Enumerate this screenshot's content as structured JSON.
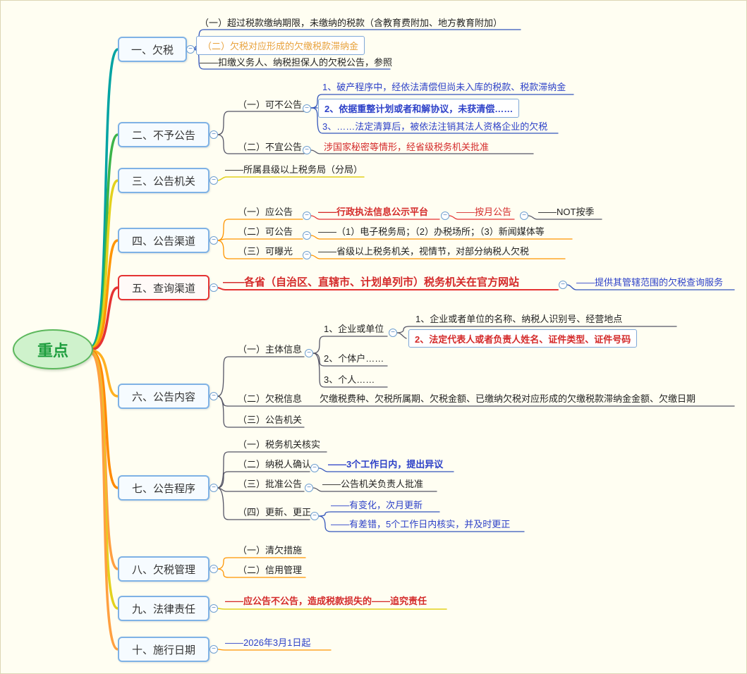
{
  "root": {
    "label": "重点"
  },
  "branches": [
    {
      "label": "一、欠税",
      "children": [
        {
          "label": "（一）超过税款缴纳期限，未缴纳的税款（含教育费附加、地方教育附加）"
        },
        {
          "label": "（二）欠税对应形成的欠缴税款滞纳金"
        },
        {
          "label": "——扣缴义务人、纳税担保人的欠税公告，参照"
        }
      ]
    },
    {
      "label": "二、不予公告",
      "children": [
        {
          "label": "（一）可不公告",
          "children": [
            {
              "label": "1、破产程序中，经依法清偿但尚未入库的税款、税款滞纳金"
            },
            {
              "label": "2、依据重整计划或者和解协议，未获清偿……"
            },
            {
              "label": "3、……法定清算后，被依法注销其法人资格企业的欠税"
            }
          ]
        },
        {
          "label": "（二）不宜公告",
          "children": [
            {
              "label": "涉国家秘密等情形，经省级税务机关批准"
            }
          ]
        }
      ]
    },
    {
      "label": "三、公告机关",
      "children": [
        {
          "label": "——所属县级以上税务局（分局）"
        }
      ]
    },
    {
      "label": "四、公告渠道",
      "children": [
        {
          "label": "（一）应公告",
          "children": [
            {
              "label": "——行政执法信息公示平台",
              "children": [
                {
                  "label": "——按月公告",
                  "children": [
                    {
                      "label": "——NOT按季"
                    }
                  ]
                }
              ]
            }
          ]
        },
        {
          "label": "（二）可公告",
          "children": [
            {
              "label": "——（1）电子税务局；（2）办税场所；（3）新闻媒体等"
            }
          ]
        },
        {
          "label": "（三）可曝光",
          "children": [
            {
              "label": "——省级以上税务机关，视情节，对部分纳税人欠税"
            }
          ]
        }
      ]
    },
    {
      "label": "五、查询渠道",
      "children": [
        {
          "label": "——各省（自治区、直辖市、计划单列市）税务机关在官方网站",
          "children": [
            {
              "label": "——提供其管辖范围的欠税查询服务"
            }
          ]
        }
      ]
    },
    {
      "label": "六、公告内容",
      "children": [
        {
          "label": "（一）主体信息",
          "children": [
            {
              "label": "1、企业或单位",
              "children": [
                {
                  "label": "1、企业或者单位的名称、纳税人识别号、经营地点"
                },
                {
                  "label": "2、法定代表人或者负责人姓名、证件类型、证件号码"
                }
              ]
            },
            {
              "label": "2、个体户……"
            },
            {
              "label": "3、个人……"
            }
          ]
        },
        {
          "label": "（二）欠税信息",
          "children": [
            {
              "label": "欠缴税费种、欠税所属期、欠税金额、已缴纳欠税对应形成的欠缴税款滞纳金金额、欠缴日期"
            }
          ]
        },
        {
          "label": "（三）公告机关"
        }
      ]
    },
    {
      "label": "七、公告程序",
      "children": [
        {
          "label": "（一）税务机关核实"
        },
        {
          "label": "（二）纳税人确认",
          "children": [
            {
              "label": "——3个工作日内，提出异议"
            }
          ]
        },
        {
          "label": "（三）批准公告",
          "children": [
            {
              "label": "——公告机关负责人批准"
            }
          ]
        },
        {
          "label": "（四）更新、更正",
          "children": [
            {
              "label": "——有变化，次月更新"
            },
            {
              "label": "——有差错，5个工作日内核实，并及时更正"
            }
          ]
        }
      ]
    },
    {
      "label": "八、欠税管理",
      "children": [
        {
          "label": "（一）清欠措施"
        },
        {
          "label": "（二）信用管理"
        }
      ]
    },
    {
      "label": "九、法律责任",
      "children": [
        {
          "label": "——应公告不公告，造成税款损失的——追究责任"
        }
      ]
    },
    {
      "label": "十、施行日期",
      "children": [
        {
          "label": "——2026年3月1日起"
        }
      ]
    }
  ],
  "palette": {
    "branch_teal": "#00A3A3",
    "branch_green": "#3CB44A",
    "branch_yellow": "#E3D11C",
    "branch_orange": "#FF9500",
    "branch_red": "#E53333",
    "text_blue": "#2D41C8",
    "text_red": "#D42A2A",
    "text_orange": "#E8A23C",
    "topic_border": "#7FB2E5",
    "background": "#FFFEF2"
  }
}
